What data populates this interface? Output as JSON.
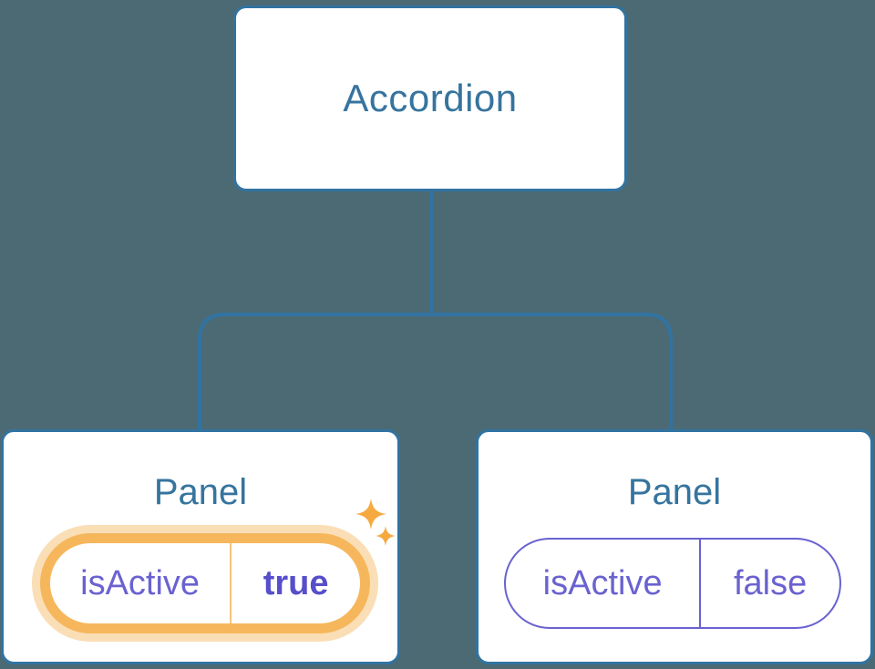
{
  "diagram": {
    "root": {
      "label": "Accordion"
    },
    "panels": [
      {
        "title": "Panel",
        "state": {
          "key": "isActive",
          "value": "true"
        },
        "highlighted": true
      },
      {
        "title": "Panel",
        "state": {
          "key": "isActive",
          "value": "false"
        },
        "highlighted": false
      }
    ]
  },
  "colors": {
    "background": "#4C6A74",
    "node_border": "#3173A2",
    "node_title_text": "#36749E",
    "state_text": "#6A62D0",
    "state_value_active_text": "#564ECA",
    "highlight_ring": "#F6B75C",
    "highlight_halo": "#FADEB6",
    "highlight_divider": "#F6C27A",
    "sparkle": "#F5A93F"
  },
  "icons": {
    "sparkle_large": "sparkle-icon",
    "sparkle_small": "sparkle-icon"
  }
}
